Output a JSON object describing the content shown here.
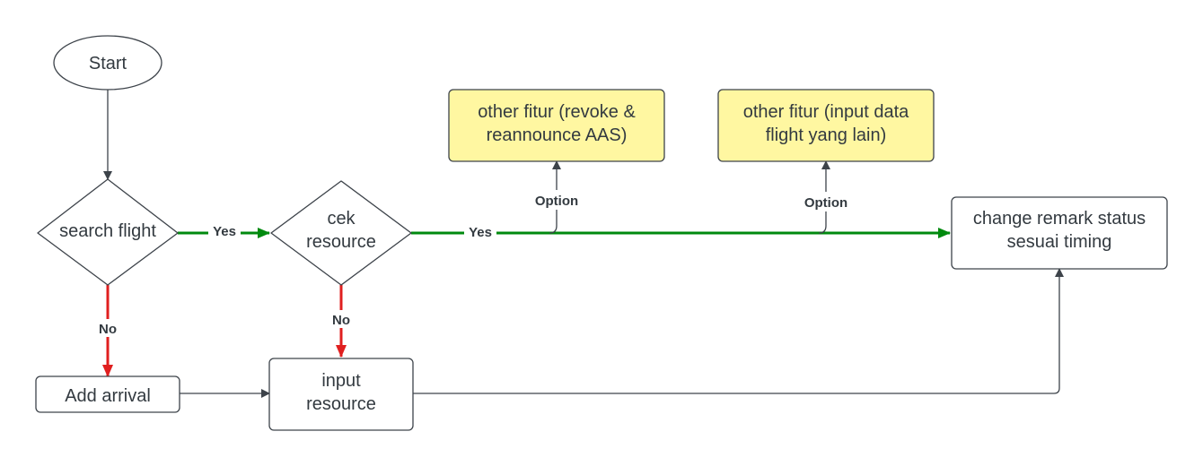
{
  "nodes": {
    "start": "Start",
    "search_flight": "search flight",
    "cek_resource": [
      "cek",
      "resource"
    ],
    "add_arrival": "Add arrival",
    "input_resource": [
      "input",
      "resource"
    ],
    "other_fitur_1": [
      "other fitur (revoke &",
      "reannounce AAS)"
    ],
    "other_fitur_2": [
      "other fitur (input data",
      "flight yang lain)"
    ],
    "change_remark": [
      "change remark status",
      "sesuai timing"
    ]
  },
  "edge_labels": {
    "yes_1": "Yes",
    "yes_2": "Yes",
    "no_1": "No",
    "no_2": "No",
    "option_1": "Option",
    "option_2": "Option"
  },
  "colors": {
    "yes_edge": "#008a0e",
    "no_edge": "#e01f1f",
    "note_fill": "#fff7a1",
    "stroke": "#3d434a"
  }
}
